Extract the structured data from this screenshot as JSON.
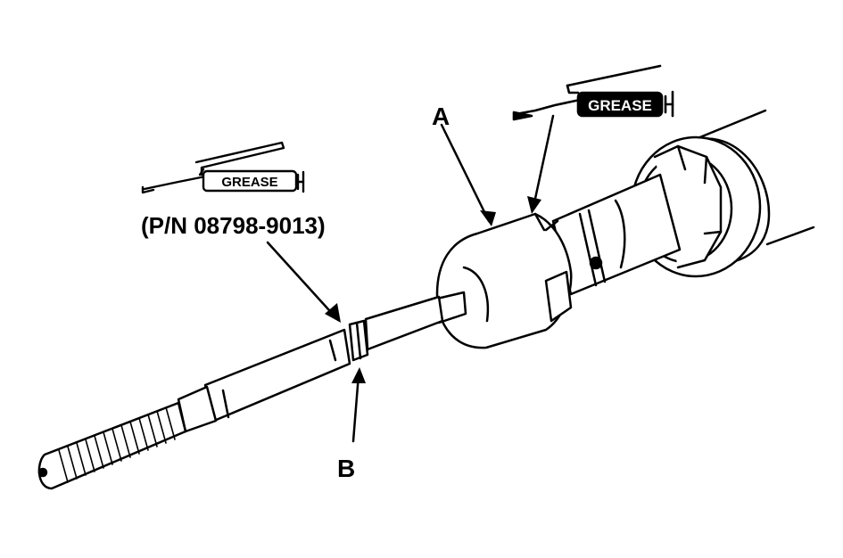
{
  "labels": {
    "a": "A",
    "b": "B",
    "part_number": "(P/N 08798-9013)"
  },
  "grease_tags": {
    "left": "GREASE",
    "right": "GREASE"
  },
  "colors": {
    "ink": "#000000",
    "paper": "#ffffff",
    "tag_fill_dark": "#000000"
  }
}
